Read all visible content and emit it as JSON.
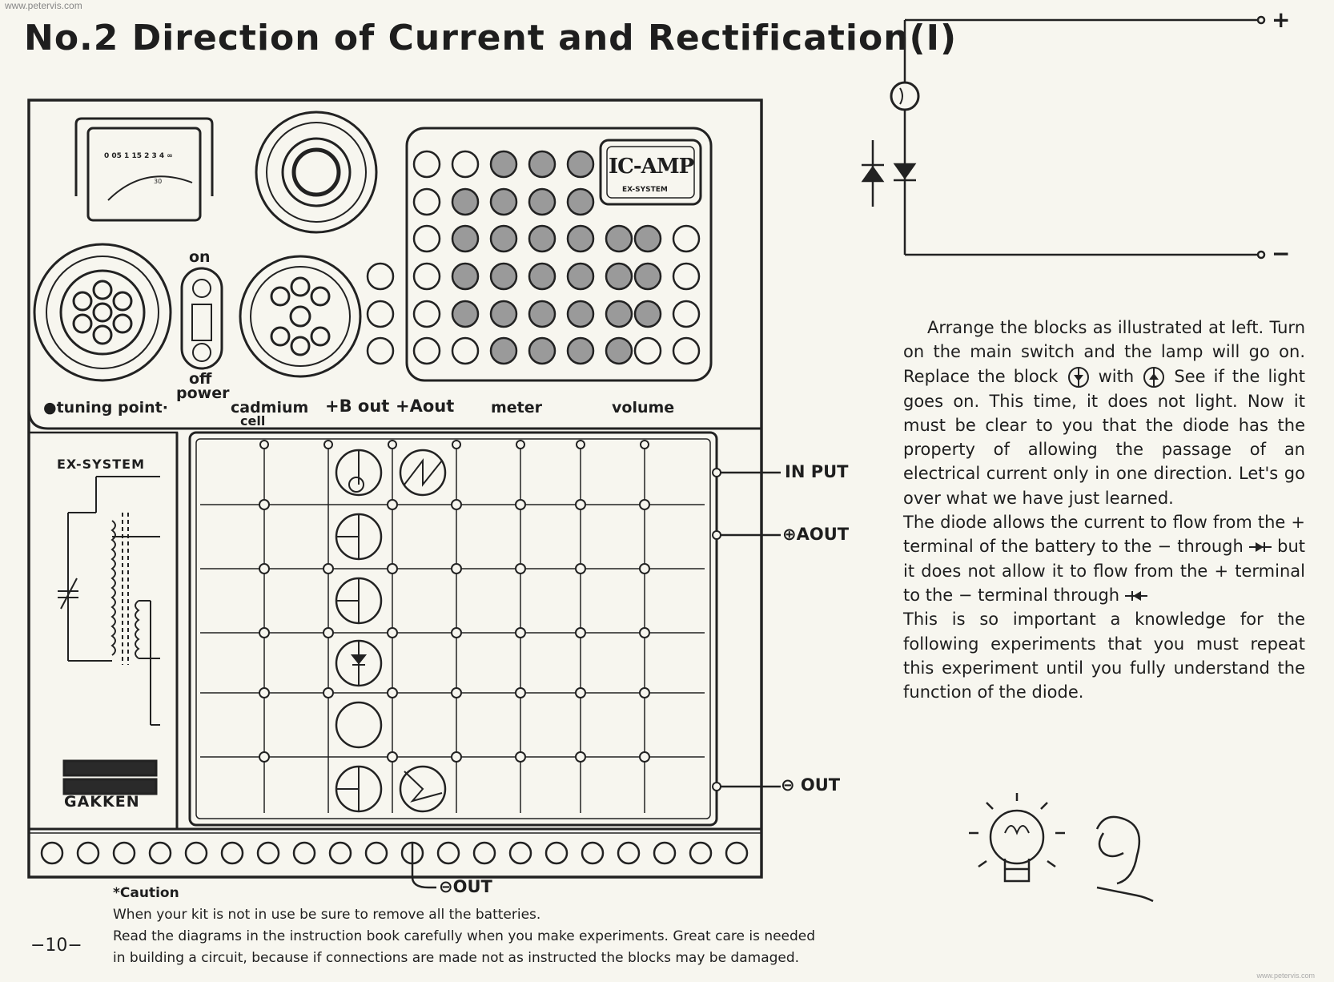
{
  "watermark": "www.petervis.com",
  "watermark_small": "www.petervis.com",
  "title": "No.2 Direction of Current and Rectification(I)",
  "board": {
    "meter_scale": "0 05 1 15 2 3 4 ∞",
    "meter_scale2": "30",
    "ic_amp_label": "IC-AMP",
    "ex_system_sub": "EX-SYSTEM",
    "switch_on": "on",
    "switch_off": "off",
    "switch_power": "power",
    "tuning_point": "●tuning point·",
    "terminals": {
      "cadmium": "cadmium",
      "cadmium2": "cell",
      "bout": "+B out",
      "aout": "+Aout",
      "meter": "meter",
      "volume": "volume"
    },
    "ex_system": "EX-SYSTEM",
    "gakken": "GAKKEN",
    "input": "IN PUT",
    "plus_aout": "⊕AOUT",
    "minus_out_right": "⊖ OUT",
    "minus_out_bottom": "⊖OUT"
  },
  "schematic": {
    "plus": "+",
    "minus": "−"
  },
  "body": {
    "p1": "Arrange the blocks as illustrated at left. Turn on the main switch and the lamp will go on. Replace the block",
    "p1_with": "with",
    "p1b": "See if the light goes on. This time, it does not light. Now it must be clear to you that the diode has the property of allowing the passage of an electrical current only in one direction. Let's go over what we have just learned.",
    "p2": "The diode allows the current to flow from the + terminal of the battery to the − through",
    "p2_but": "but it does not allow it to flow from the + terminal to the − terminal through",
    "p3": "This is so important a knowledge for the following experiments that you must repeat this experiment until you fully understand the function of the diode."
  },
  "caution": {
    "title": "*Caution",
    "line1": "When your kit is not in use be sure to remove all the batteries.",
    "line2": "Read the diagrams in the instruction book carefully when you make experiments. Great care is needed",
    "line3": "in building a circuit, because if connections are made not as instructed the blocks may be damaged."
  },
  "page_number": "−10−"
}
